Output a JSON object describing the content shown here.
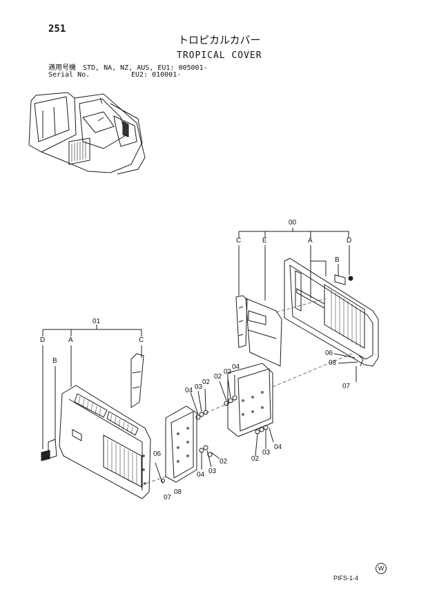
{
  "header": {
    "page_number": "251",
    "title_jp": "トロピカルカバー",
    "title_en": "TROPICAL COVER",
    "serial_label_jp": "適用号機",
    "serial_label_en": "Serial No.",
    "models_line": "STD, NA, NZ, AUS, EU1: 005001-",
    "eu2_line": "EU2: 010001-"
  },
  "assembly_00": {
    "number": "00",
    "letters": [
      "C",
      "E",
      "A",
      "D",
      "B"
    ]
  },
  "assembly_01": {
    "number": "01",
    "letters": [
      "D",
      "A",
      "C",
      "B"
    ]
  },
  "callouts": {
    "right_top": [
      "02",
      "03",
      "04"
    ],
    "right_bottom": [
      "02",
      "03",
      "04"
    ],
    "mid_top": [
      "04",
      "03",
      "02"
    ],
    "mid_bottom": [
      "04",
      "03",
      "02"
    ],
    "right_hw": [
      "06",
      "08",
      "07"
    ],
    "left_hw": [
      "06",
      "07",
      "08"
    ]
  },
  "footer": {
    "mark": "W",
    "code": "PIFS-1-4"
  }
}
